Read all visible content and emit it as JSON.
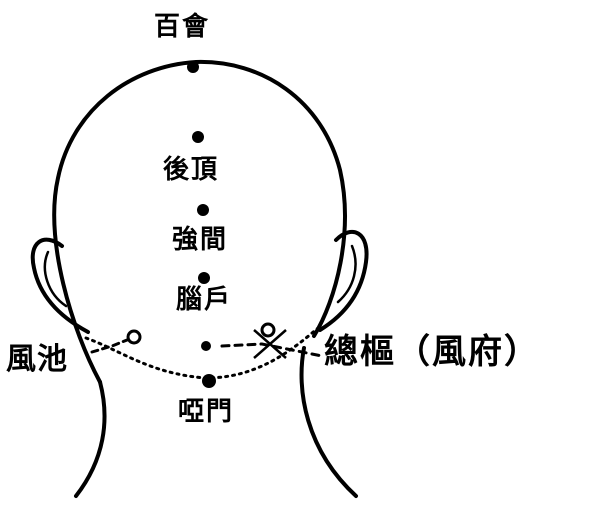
{
  "points": {
    "baihui": "百會",
    "houding": "後頂",
    "qiangjian": "強間",
    "naohu": "腦戶",
    "fengchi": "風池",
    "zongshu": "總樞（風府）",
    "yamen": "啞門"
  },
  "colors": {
    "ink": "#000000",
    "paper": "#ffffff"
  }
}
